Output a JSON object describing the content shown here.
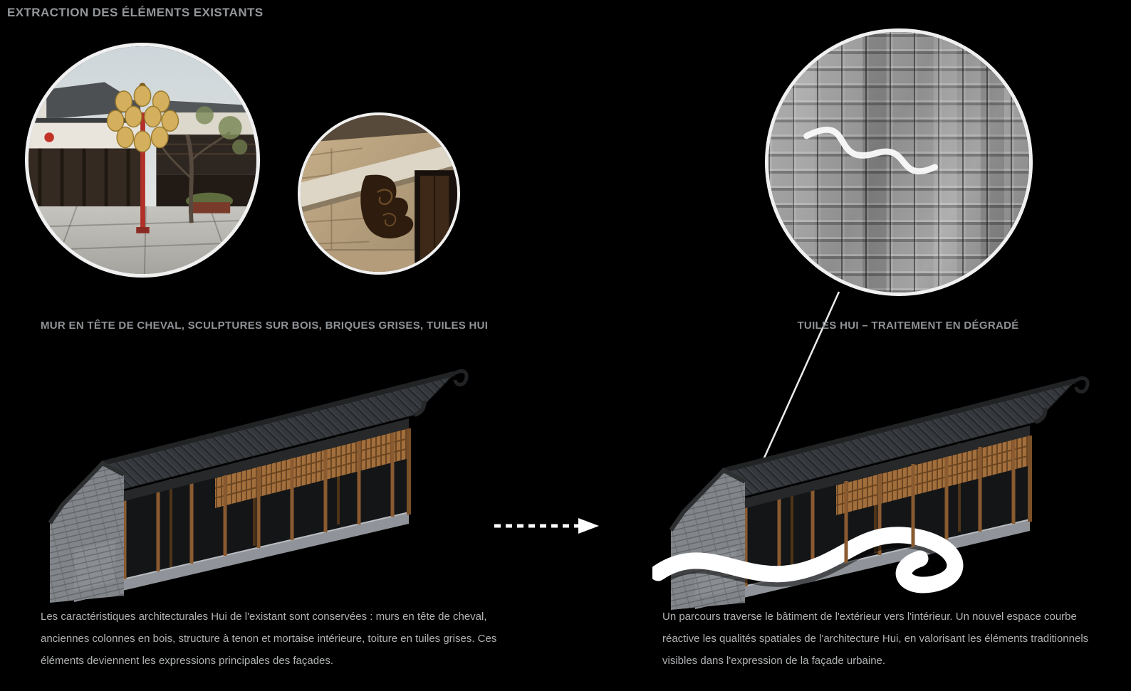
{
  "page": {
    "title": "EXTRACTION DES ÉLÉMENTS EXISTANTS"
  },
  "captions": {
    "left": "MUR EN TÊTE DE CHEVAL, SCULPTURES SUR BOIS, BRIQUES GRISES, TUILES HUI",
    "right": "TUILES HUI – TRAITEMENT EN DÉGRADÉ"
  },
  "descriptions": {
    "left": "Les caractéristiques architecturales Hui de l'existant sont conservées : murs en tête de cheval, anciennes colonnes en bois, structure à tenon et mortaise intérieure, toiture en tuiles grises. Ces éléments deviennent les expressions principales des façades.",
    "right": "Un parcours traverse le bâtiment de l'extérieur vers l'intérieur. Un nouvel espace courbe réactive les qualités spatiales de l'architecture Hui, en valorisant les éléments traditionnels visibles dans l'expression de la façade urbaine."
  },
  "colors": {
    "background": "#000000",
    "heading_text": "#94979a",
    "body_text": "#b0b2b4",
    "ring_white": "#f0f0f0",
    "roof_gray": "#34373b",
    "wood_brown": "#8a5a30",
    "brick_gray": "#82868a",
    "ribbon_white": "#ffffff"
  }
}
